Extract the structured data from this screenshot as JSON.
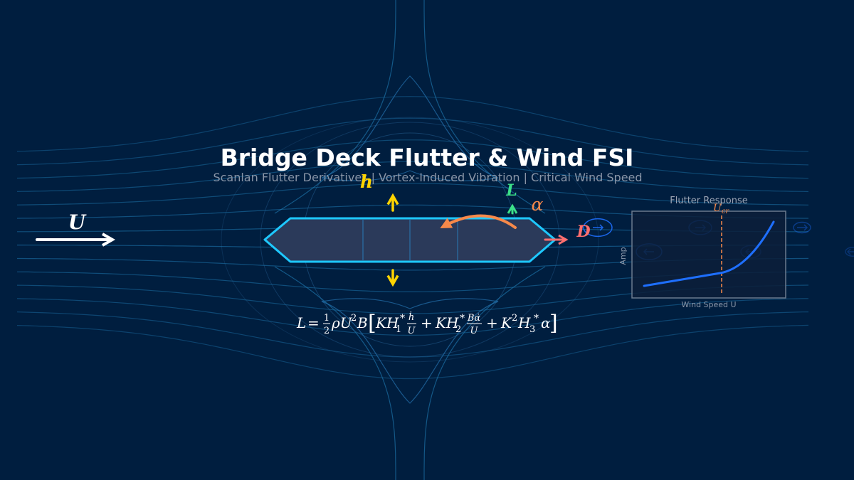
{
  "title": "Bridge Deck Flutter & Wind FSI",
  "subtitle": "Scanlan Flutter Derivatives  |  Vortex-Induced Vibration  |  Critical Wind Speed",
  "labels": {
    "wind": "U",
    "heave": "h",
    "lift": "L",
    "pitch": "α",
    "drag": "D"
  },
  "equation": {
    "lhs": "L",
    "eq": "=",
    "half_num": "1",
    "half_den": "2",
    "rho_u": "ρU",
    "sq": "2",
    "b": "B",
    "lb": "[",
    "k1": "KH",
    "k1_sub": "1",
    "star": "*",
    "frac1_num": "ḣ",
    "frac1_den": "U",
    "plus": "+",
    "k2": "KH",
    "k2_sub": "2",
    "frac2_num": "Bα̇",
    "frac2_den": "U",
    "k3": "K",
    "k3_sup": "2",
    "h3": "H",
    "h3_sub": "3",
    "alpha": "α",
    "rb": "]"
  },
  "inset": {
    "title": "Flutter Response",
    "xlabel": "Wind Speed U",
    "ylabel": "Amp",
    "marker_base": "U",
    "marker_sub": "cr"
  },
  "colors": {
    "background": "#001e3f",
    "streamline": "#1f7fb8",
    "deck_edge": "#1ec8ff",
    "deck_fill": "#2b3a5a",
    "heave": "#ffd400",
    "lift": "#3ce089",
    "pitch": "#f6894a",
    "drag": "#ff6f6f",
    "response": "#1e6fff"
  }
}
